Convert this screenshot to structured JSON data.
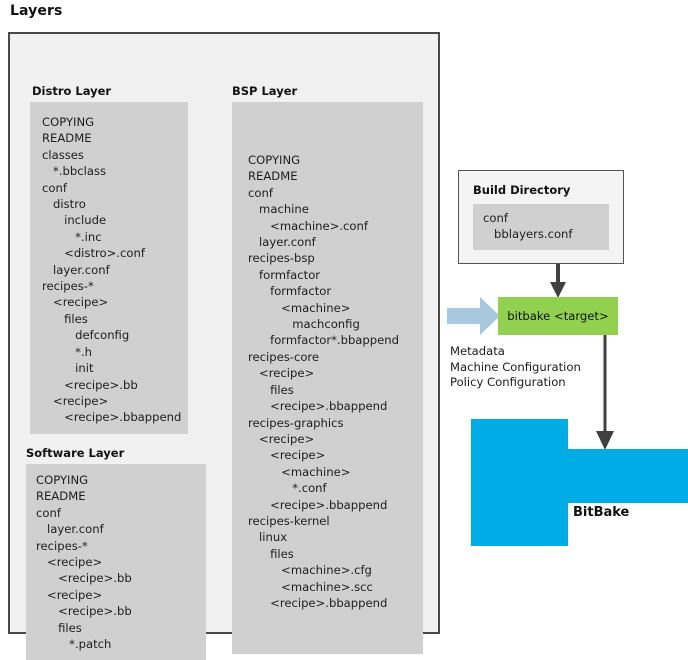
{
  "page": {
    "title": "Layers"
  },
  "layers_panel": {
    "distro": {
      "title": "Distro Layer",
      "tree": [
        "COPYING",
        "README",
        "classes",
        "   *.bbclass",
        "conf",
        "   distro",
        "      include",
        "         *.inc",
        "      <distro>.conf",
        "   layer.conf",
        "recipes-*",
        "   <recipe>",
        "      files",
        "         defconfig",
        "         *.h",
        "         init",
        "      <recipe>.bb",
        "   <recipe>",
        "      <recipe>.bbappend"
      ]
    },
    "software": {
      "title": "Software Layer",
      "tree": [
        "COPYING",
        "README",
        "conf",
        "   layer.conf",
        "recipes-*",
        "   <recipe>",
        "      <recipe>.bb",
        "   <recipe>",
        "      <recipe>.bb",
        "      files",
        "         *.patch"
      ]
    },
    "bsp": {
      "title": "BSP Layer",
      "tree": [
        "COPYING",
        "README",
        "conf",
        "   machine",
        "      <machine>.conf",
        "   layer.conf",
        "recipes-bsp",
        "   formfactor",
        "      formfactor",
        "         <machine>",
        "            machconfig",
        "      formfactor*.bbappend",
        "recipes-core",
        "   <recipe>",
        "      files",
        "      <recipe>.bbappend",
        "recipes-graphics",
        "   <recipe>",
        "      <recipe>",
        "         <machine>",
        "            *.conf",
        "      <recipe>.bbappend",
        "recipes-kernel",
        "   linux",
        "      files",
        "         <machine>.cfg",
        "         <machine>.scc",
        "      <recipe>.bbappend"
      ]
    }
  },
  "build_directory": {
    "title": "Build Directory",
    "tree": [
      "conf",
      "   bblayers.conf"
    ]
  },
  "bitbake_command": {
    "label": "bitbake <target>"
  },
  "metadata_caption": {
    "lines": [
      "Metadata",
      "Machine Configuration",
      "Policy Configuration"
    ]
  },
  "bitbake_engine": {
    "label": "BitBake"
  },
  "colors": {
    "panel_border": "#4a4a4a",
    "layer_fill": "#d0d0d0",
    "panel_fill": "#f1f1f1",
    "bitbake_green": "#92d050",
    "bitbake_blue": "#00ace6",
    "input_arrow_blue": "#a8c8e0",
    "flow_arrow": "#404040"
  }
}
